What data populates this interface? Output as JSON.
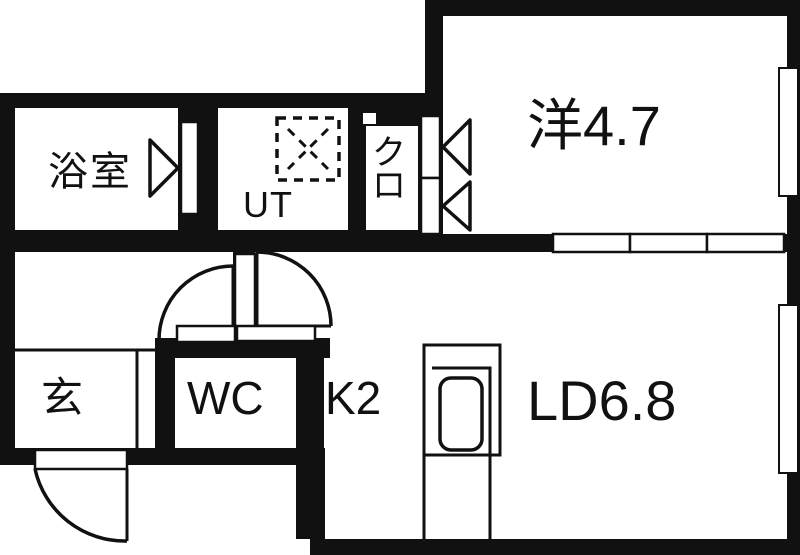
{
  "plan": {
    "type": "japanese-apartment-floor-plan",
    "layout_type": "1LDK",
    "colors": {
      "wall": "#111111",
      "background": "#ffffff",
      "fixture_line": "#111111",
      "text": "#111111"
    }
  },
  "rooms": [
    {
      "id": "western-room",
      "label": "洋4.7",
      "name_romaji": "Yoshitsu",
      "size_tatami": 4.7,
      "position": "top-right"
    },
    {
      "id": "living-dining",
      "label": "LD6.8",
      "name_romaji": "Living Dining",
      "size_tatami": 6.8,
      "position": "bottom-right"
    },
    {
      "id": "bathroom",
      "label": "浴室",
      "name_romaji": "Yokushitsu",
      "position": "top-left"
    },
    {
      "id": "utility",
      "label": "UT",
      "name_romaji": "Utility / Washroom",
      "position": "top-center"
    },
    {
      "id": "closet",
      "label": "クロ",
      "label_chars": [
        "ク",
        "ロ"
      ],
      "name_romaji": "Closet",
      "position": "top-center-right"
    },
    {
      "id": "toilet",
      "label": "WC",
      "name_romaji": "Water Closet",
      "position": "bottom-center-left"
    },
    {
      "id": "kitchen",
      "label": "K2",
      "name_romaji": "Kitchen",
      "size_tatami": 2,
      "position": "bottom-center"
    },
    {
      "id": "entrance",
      "label": "玄",
      "name_romaji": "Genkan / Entrance",
      "position": "bottom-left"
    }
  ],
  "fixtures": [
    {
      "id": "washer-space",
      "kind": "washing-machine-space",
      "room": "utility",
      "style": "dashed-square-with-x"
    },
    {
      "id": "kitchen-sink",
      "kind": "sink",
      "room": "kitchen",
      "style": "rounded-rectangle"
    },
    {
      "id": "genkan-step",
      "kind": "entrance-step",
      "room": "entrance"
    },
    {
      "id": "pipe-shaft",
      "kind": "pipe-shaft-marker",
      "style": "small-white-square"
    }
  ],
  "openings": [
    {
      "id": "bathroom-door",
      "kind": "folding-door",
      "direction": "left",
      "between": [
        "bathroom",
        "utility"
      ]
    },
    {
      "id": "closet-door-upper",
      "kind": "folding-door",
      "direction": "right",
      "between": [
        "closet",
        "western-room"
      ]
    },
    {
      "id": "closet-door-lower",
      "kind": "folding-door",
      "direction": "right",
      "between": [
        "closet",
        "western-room"
      ]
    },
    {
      "id": "utility-door",
      "kind": "hinged-door",
      "swing": "left-down",
      "between": [
        "utility",
        "hallway"
      ]
    },
    {
      "id": "toilet-door",
      "kind": "hinged-door",
      "swing": "right-down",
      "between": [
        "toilet",
        "hallway"
      ]
    },
    {
      "id": "entrance-door",
      "kind": "hinged-door",
      "swing": "outward-left",
      "between": [
        "entrance",
        "exterior"
      ]
    },
    {
      "id": "ld-room-partition",
      "kind": "sliding-doors",
      "panels": 3,
      "between": [
        "western-room",
        "living-dining"
      ]
    },
    {
      "id": "window-western-right",
      "kind": "window",
      "room": "western-room",
      "wall": "right"
    },
    {
      "id": "window-ld-right",
      "kind": "window",
      "room": "living-dining",
      "wall": "right"
    }
  ]
}
